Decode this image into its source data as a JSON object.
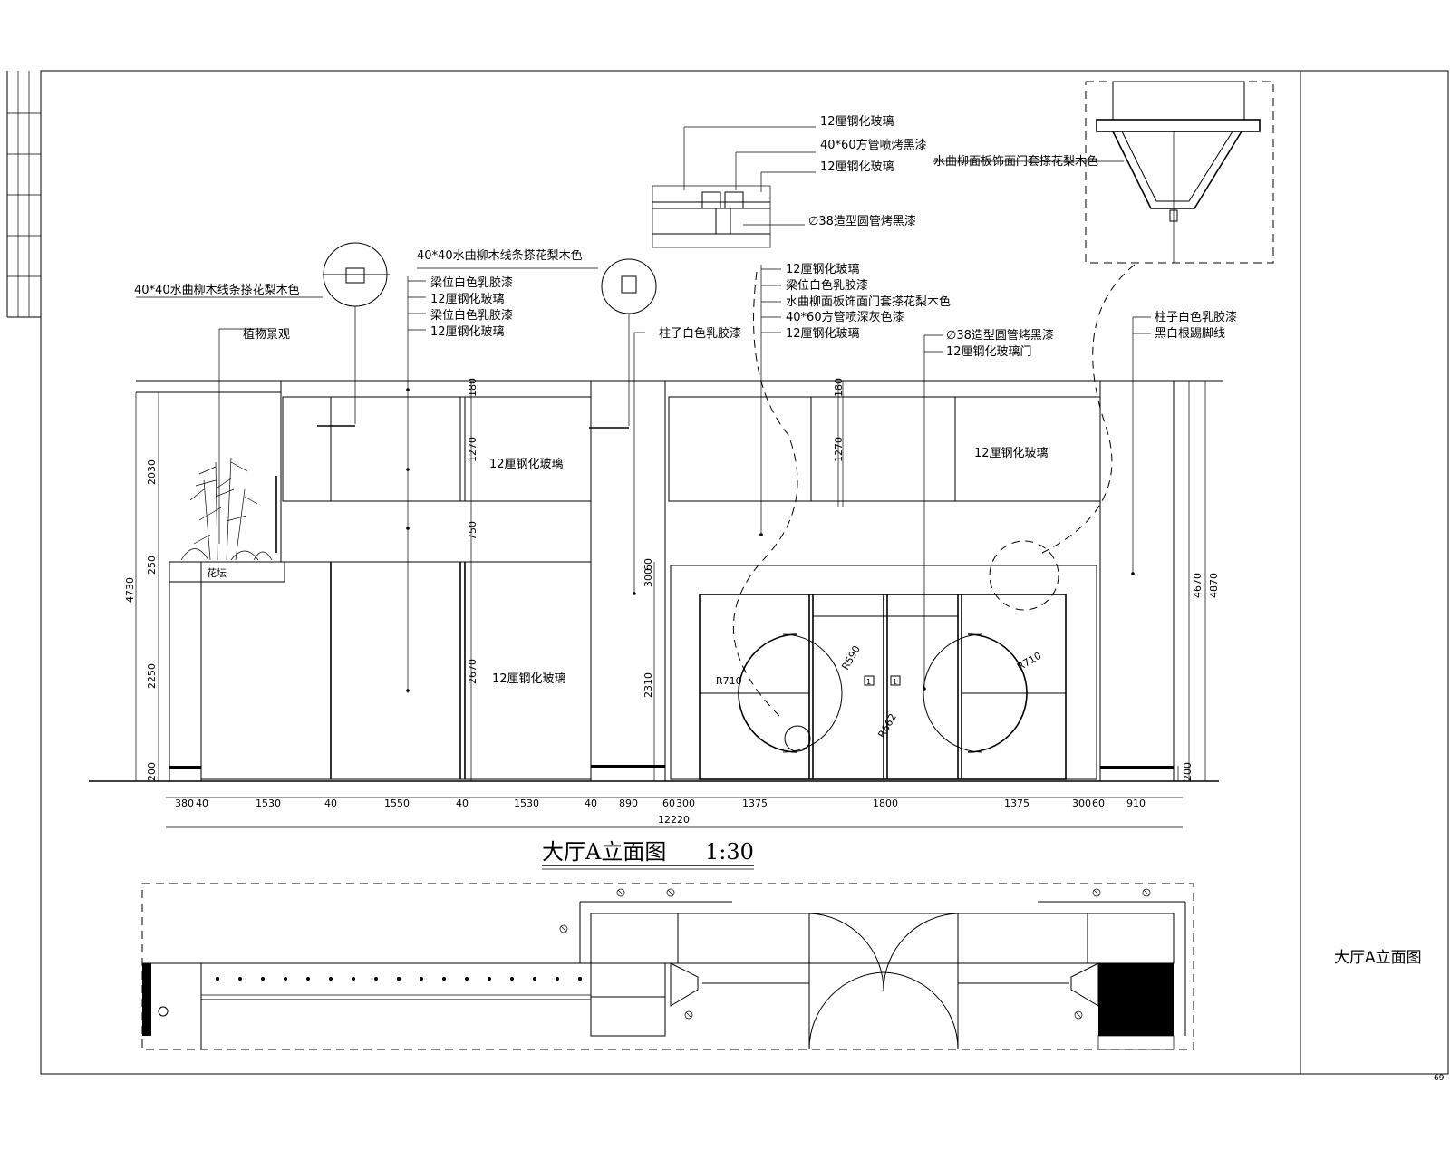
{
  "sheet_title": "大厅A立面图",
  "drawing_title": "大厅A立面图",
  "drawing_scale": "1:30",
  "detail_labels": {
    "top_glass_1": "12厘钢化玻璃",
    "tube_black": "40*60方管喷烤黑漆",
    "top_glass_2": "12厘钢化玻璃",
    "pipe_black": "∅38造型圆管烤黑漆",
    "wood_trim_right": "水曲柳面板饰面门套搽花梨木色",
    "strip_right": "40*40水曲柳木线条搽花梨木色",
    "strip_left": "40*40水曲柳木线条搽花梨木色",
    "plants": "植物景观"
  },
  "left_callouts": [
    "梁位白色乳胶漆",
    "12厘钢化玻璃",
    "梁位白色乳胶漆",
    "12厘钢化玻璃"
  ],
  "column_callout": "柱子白色乳胶漆",
  "center_callouts": [
    "12厘钢化玻璃",
    "梁位白色乳胶漆",
    "水曲柳面板饰面门套搽花梨木色",
    "40*60方管喷深灰色漆",
    "12厘钢化玻璃"
  ],
  "pipe_callouts": [
    "∅38造型圆管烤黑漆",
    "12厘钢化玻璃门"
  ],
  "right_callouts": [
    "柱子白色乳胶漆",
    "黑白根踢脚线"
  ],
  "panel_labels": {
    "upper_left": "12厘钢化玻璃",
    "upper_right": "12厘钢化玻璃",
    "lower_left": "12厘钢化玻璃"
  },
  "planter_label": "花坛",
  "radius_labels": [
    "R710",
    "R590",
    "R662",
    "R710"
  ],
  "door_mark": "1",
  "dims_bottom": [
    "380",
    "40",
    "1530",
    "40",
    "1550",
    "40",
    "1530",
    "40",
    "890",
    "60",
    "300",
    "1375",
    "1800",
    "1375",
    "300",
    "60",
    "910"
  ],
  "dim_total": "12220",
  "dims_left_inner": [
    "2030",
    "250",
    "2250",
    "200"
  ],
  "dims_left_total": "4730",
  "dims_mid": [
    "180",
    "1270",
    "750",
    "2670"
  ],
  "dims_right_mid": [
    "180",
    "1270",
    "2310"
  ],
  "dim_small": "300",
  "dim_small2": "60",
  "dims_right": [
    "4670",
    "4870",
    "200"
  ],
  "corner_mark": "69"
}
